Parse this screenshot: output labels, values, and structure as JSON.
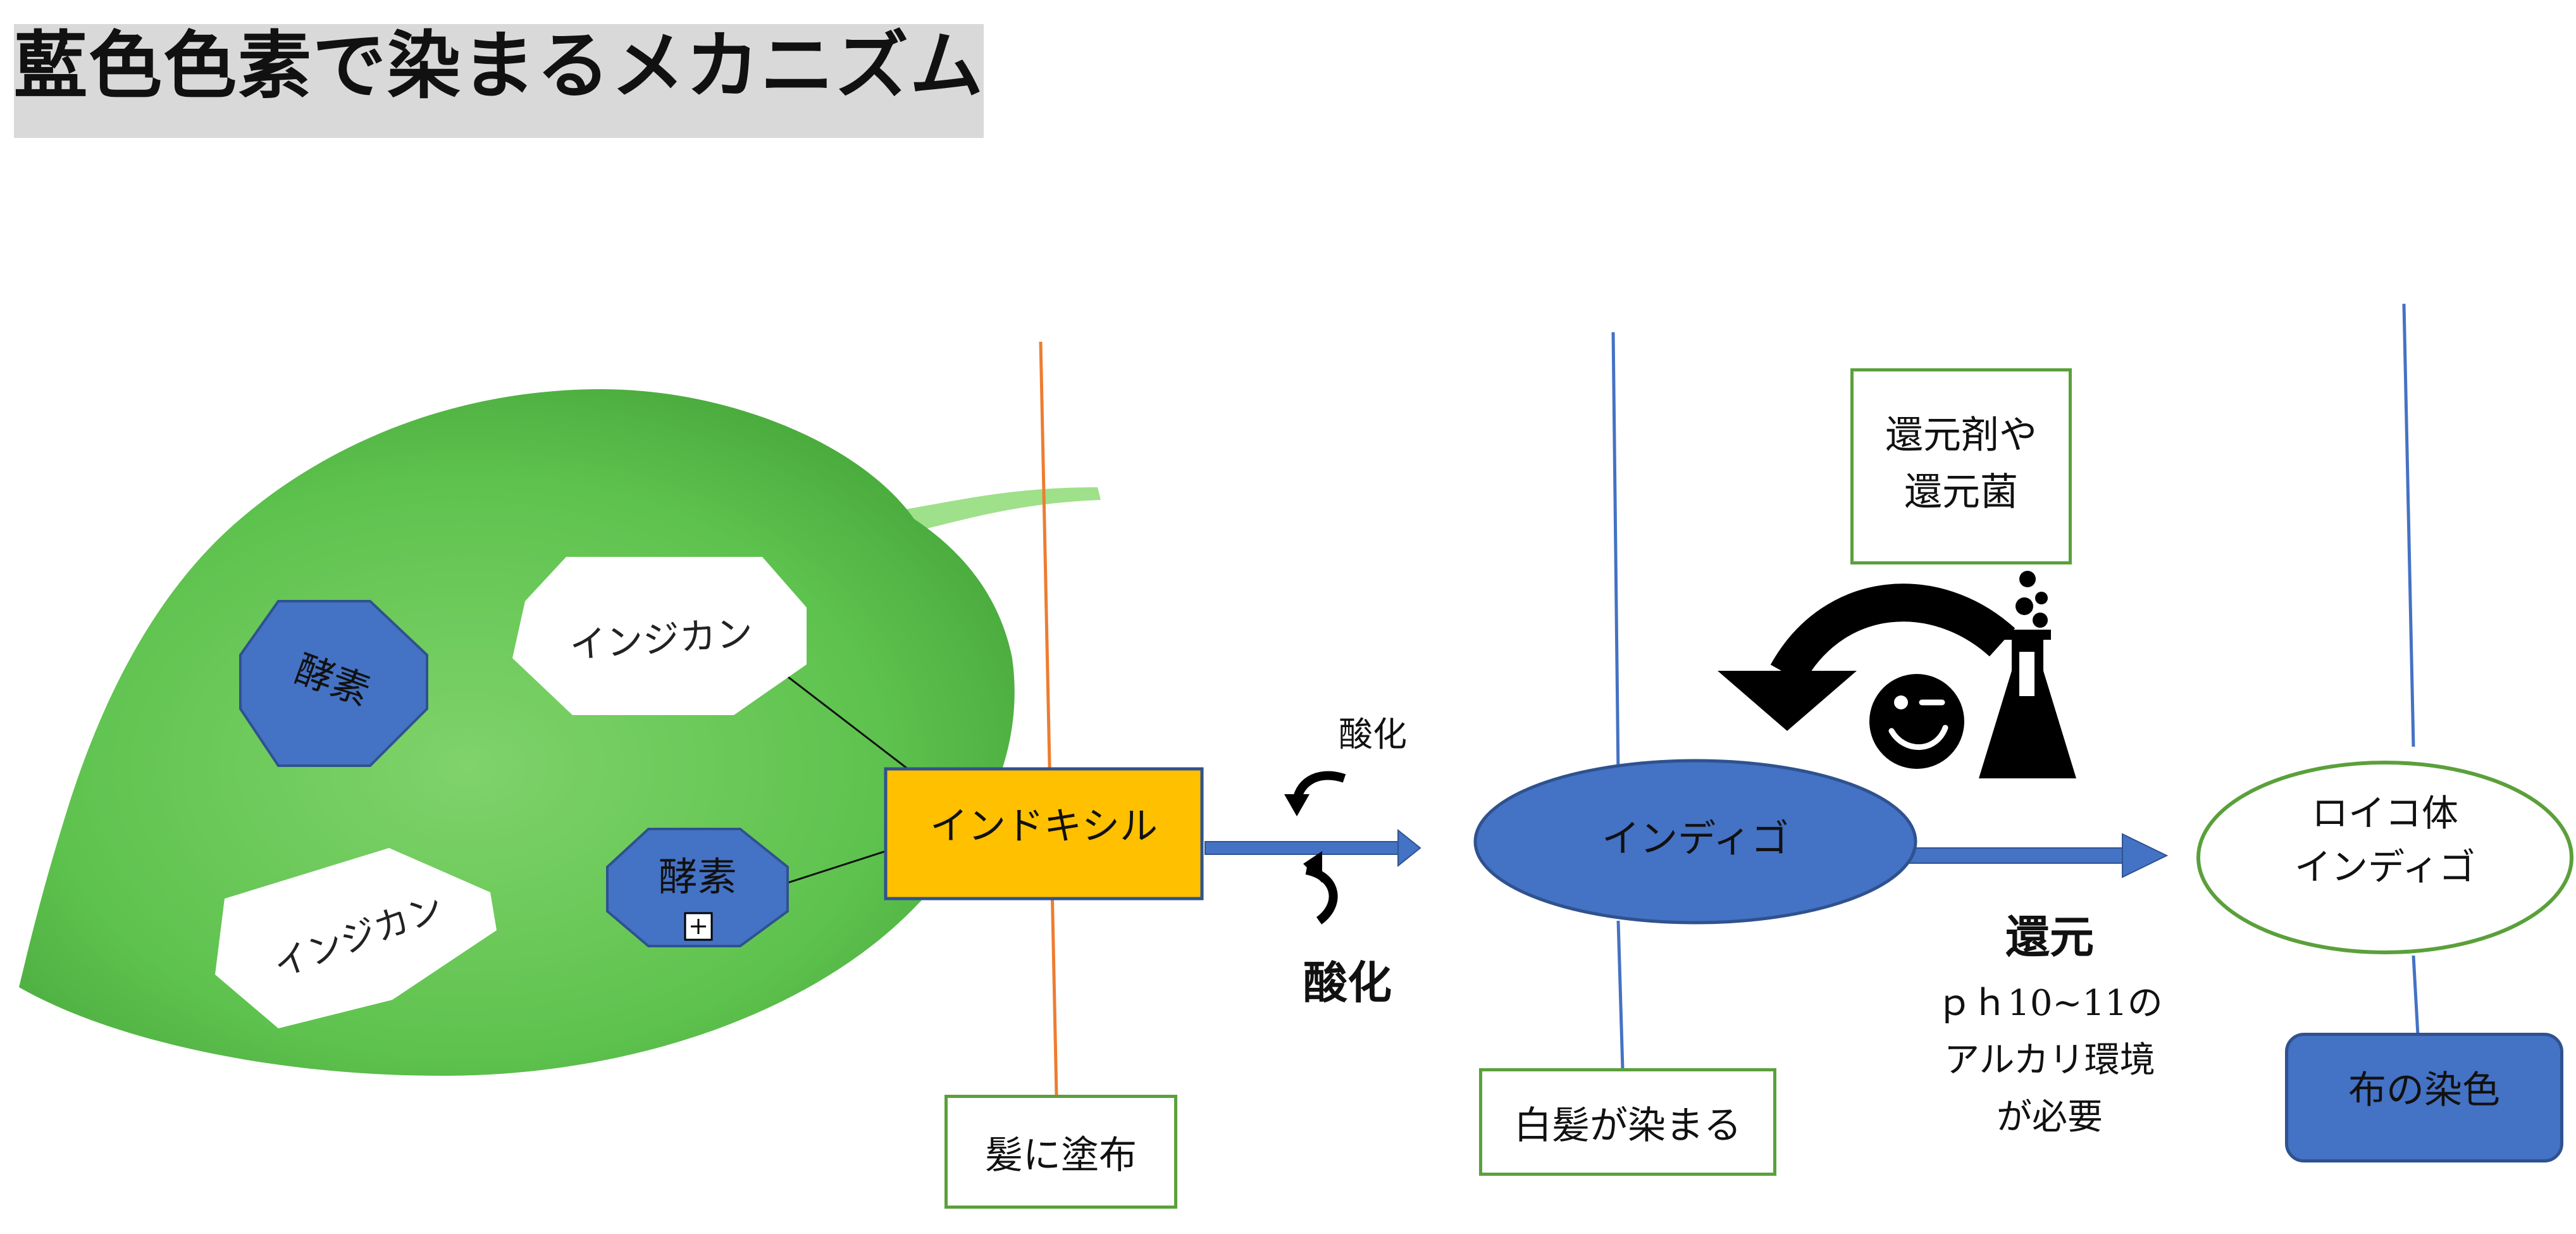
{
  "title": "藍色色素で染まるメカニズム",
  "leaf": {
    "enzyme_1": "酵素",
    "enzyme_2": "酵素",
    "indican_1": "インジカン",
    "indican_2": "インジカン",
    "plus_symbol": "⊞"
  },
  "indoxyl": "インドキシル",
  "oxidation_small": "酸化",
  "oxidation_bold": "酸化",
  "indigo": "インディゴ",
  "reducing_agent": [
    "還元剤や",
    "還元菌"
  ],
  "leuco_indigo": [
    "ロイコ体",
    "インディゴ"
  ],
  "reduction": "還元",
  "condition": [
    "ｐｈ10~11の",
    "アルカリ環境",
    "が必要"
  ],
  "apply_to_hair": "髪に塗布",
  "gray_hair_dyed": "白髪が染まる",
  "cloth_dyeing": "布の染色",
  "colors": {
    "leaf_green": "#5ec24e",
    "enzyme_blue": "#4472c4",
    "indoxyl_yellow": "#ffc000",
    "box_green": "#5aa03a",
    "orange_line": "#ed7d31"
  }
}
